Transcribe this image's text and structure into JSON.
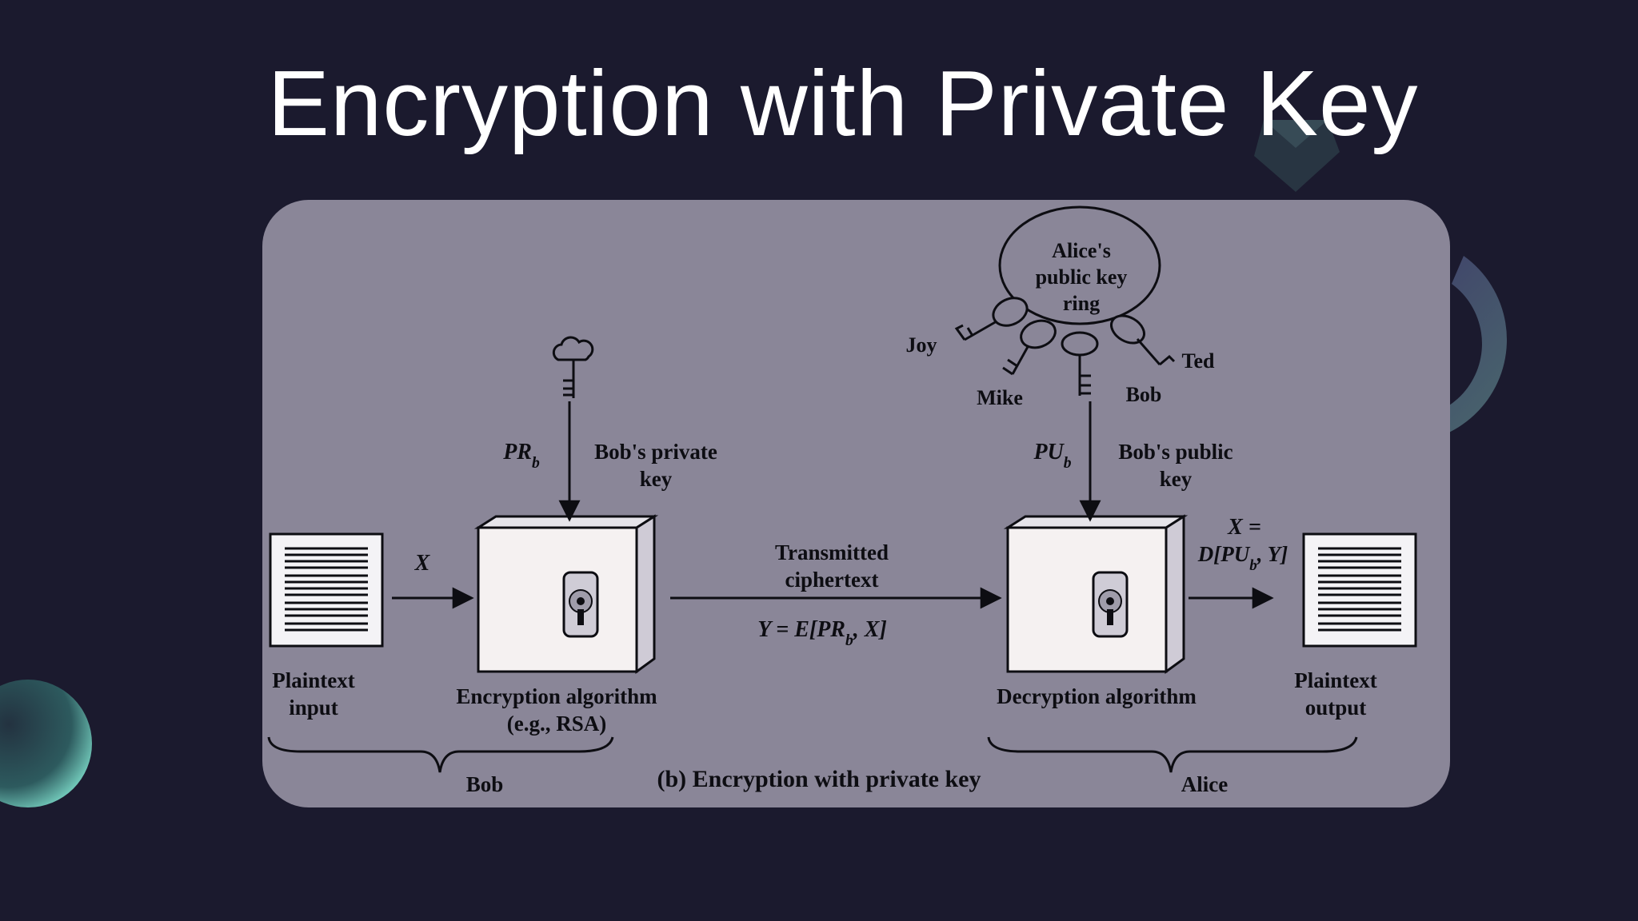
{
  "slide": {
    "title": "Encryption with Private Key"
  },
  "diagram": {
    "caption": "(b) Encryption with private key",
    "plaintext_input": [
      "Plaintext",
      "input"
    ],
    "plaintext_output": [
      "Plaintext",
      "output"
    ],
    "input_symbol": "X",
    "encryption_algorithm": [
      "Encryption algorithm",
      "(e.g., RSA)"
    ],
    "decryption_algorithm": "Decryption algorithm",
    "transmitted": [
      "Transmitted",
      "ciphertext"
    ],
    "cipher_formula": "Y = E[PR_b, X]",
    "output_formula": [
      "X =",
      "D[PU_b, Y]"
    ],
    "private_key_symbol": "PR_b",
    "private_key_label": [
      "Bob's private",
      "key"
    ],
    "public_key_symbol": "PU_b",
    "public_key_label": [
      "Bob's public",
      "key"
    ],
    "key_ring_label": [
      "Alice's",
      "public key",
      "ring"
    ],
    "ring_names": {
      "joy": "Joy",
      "mike": "Mike",
      "bob": "Bob",
      "ted": "Ted"
    },
    "group_left": "Bob",
    "group_right": "Alice"
  },
  "colors": {
    "background": "#1b1a2e",
    "panel": "#8a8698",
    "ink": "#0d0d12"
  }
}
